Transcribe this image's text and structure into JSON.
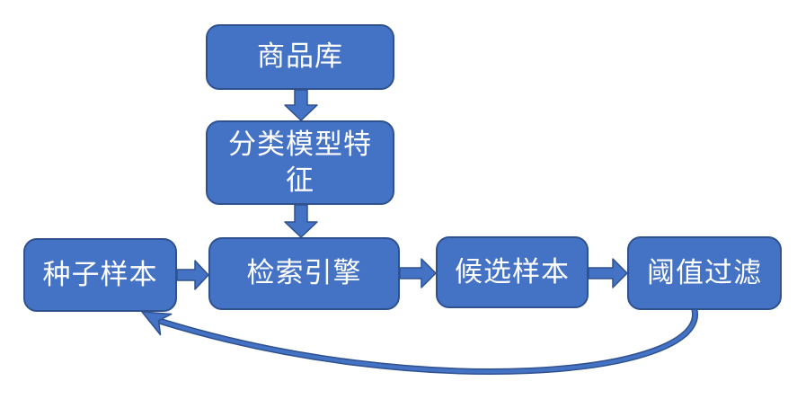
{
  "diagram": {
    "type": "flowchart",
    "language": "zh-CN",
    "nodes": [
      {
        "id": "product-library",
        "label": "商品库"
      },
      {
        "id": "model-features",
        "label": "分类模型特\n征"
      },
      {
        "id": "seed-samples",
        "label": "种子样本"
      },
      {
        "id": "retrieval-engine",
        "label": "检索引擎"
      },
      {
        "id": "candidate-samples",
        "label": "候选样本"
      },
      {
        "id": "threshold-filter",
        "label": "阈值过滤"
      }
    ],
    "edges": [
      {
        "from": "product-library",
        "to": "model-features",
        "style": "block-arrow-down"
      },
      {
        "from": "model-features",
        "to": "retrieval-engine",
        "style": "block-arrow-down"
      },
      {
        "from": "seed-samples",
        "to": "retrieval-engine",
        "style": "block-arrow-right"
      },
      {
        "from": "retrieval-engine",
        "to": "candidate-samples",
        "style": "block-arrow-right"
      },
      {
        "from": "candidate-samples",
        "to": "threshold-filter",
        "style": "block-arrow-right"
      },
      {
        "from": "threshold-filter",
        "to": "seed-samples",
        "style": "curved-feedback-arrow"
      }
    ],
    "colors": {
      "node_fill": "#4472C4",
      "node_border": "#2F528F",
      "node_text": "#FFFFFF",
      "background": "#FFFFFF"
    }
  }
}
